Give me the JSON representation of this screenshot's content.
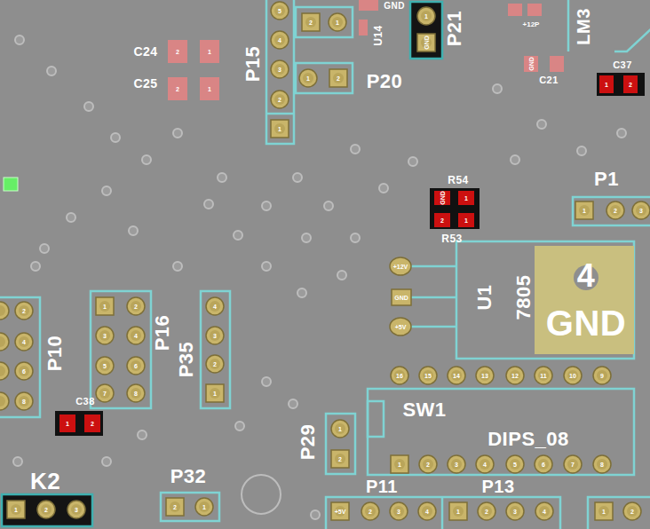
{
  "diagram": {
    "labels": [
      "P15",
      "C24",
      "C25",
      "P20",
      "U14",
      "P21",
      "GND",
      "C21",
      "C37",
      "LM3",
      "R54",
      "R53",
      "P1",
      "4",
      "GND",
      "7805",
      "U1",
      "SW1",
      "DIPS_08",
      "P10",
      "P16",
      "P35",
      "C38",
      "K2",
      "P32",
      "P29",
      "P11",
      "P13",
      "+12P",
      "5",
      "4",
      "3",
      "2",
      "1",
      "2",
      "1",
      "1",
      "2",
      "1",
      "GND",
      "2",
      "1",
      "2",
      "1",
      "1",
      "2",
      "GND",
      "GND",
      "1",
      "2",
      "1",
      "1",
      "2",
      "3",
      "+12V",
      "GND",
      "+5V",
      "2",
      "4",
      "6",
      "8",
      "1",
      "2",
      "3",
      "4",
      "5",
      "6",
      "7",
      "8",
      "4",
      "3",
      "2",
      "1",
      "1",
      "2",
      "16",
      "15",
      "14",
      "13",
      "12",
      "11",
      "10",
      "9",
      "1",
      "2",
      "3",
      "4",
      "5",
      "6",
      "7",
      "8",
      "1",
      "2",
      "3",
      "2",
      "1",
      "1",
      "2",
      "+5V",
      "2",
      "3",
      "4",
      "1",
      "2",
      "3",
      "4",
      "1",
      "2"
    ]
  }
}
